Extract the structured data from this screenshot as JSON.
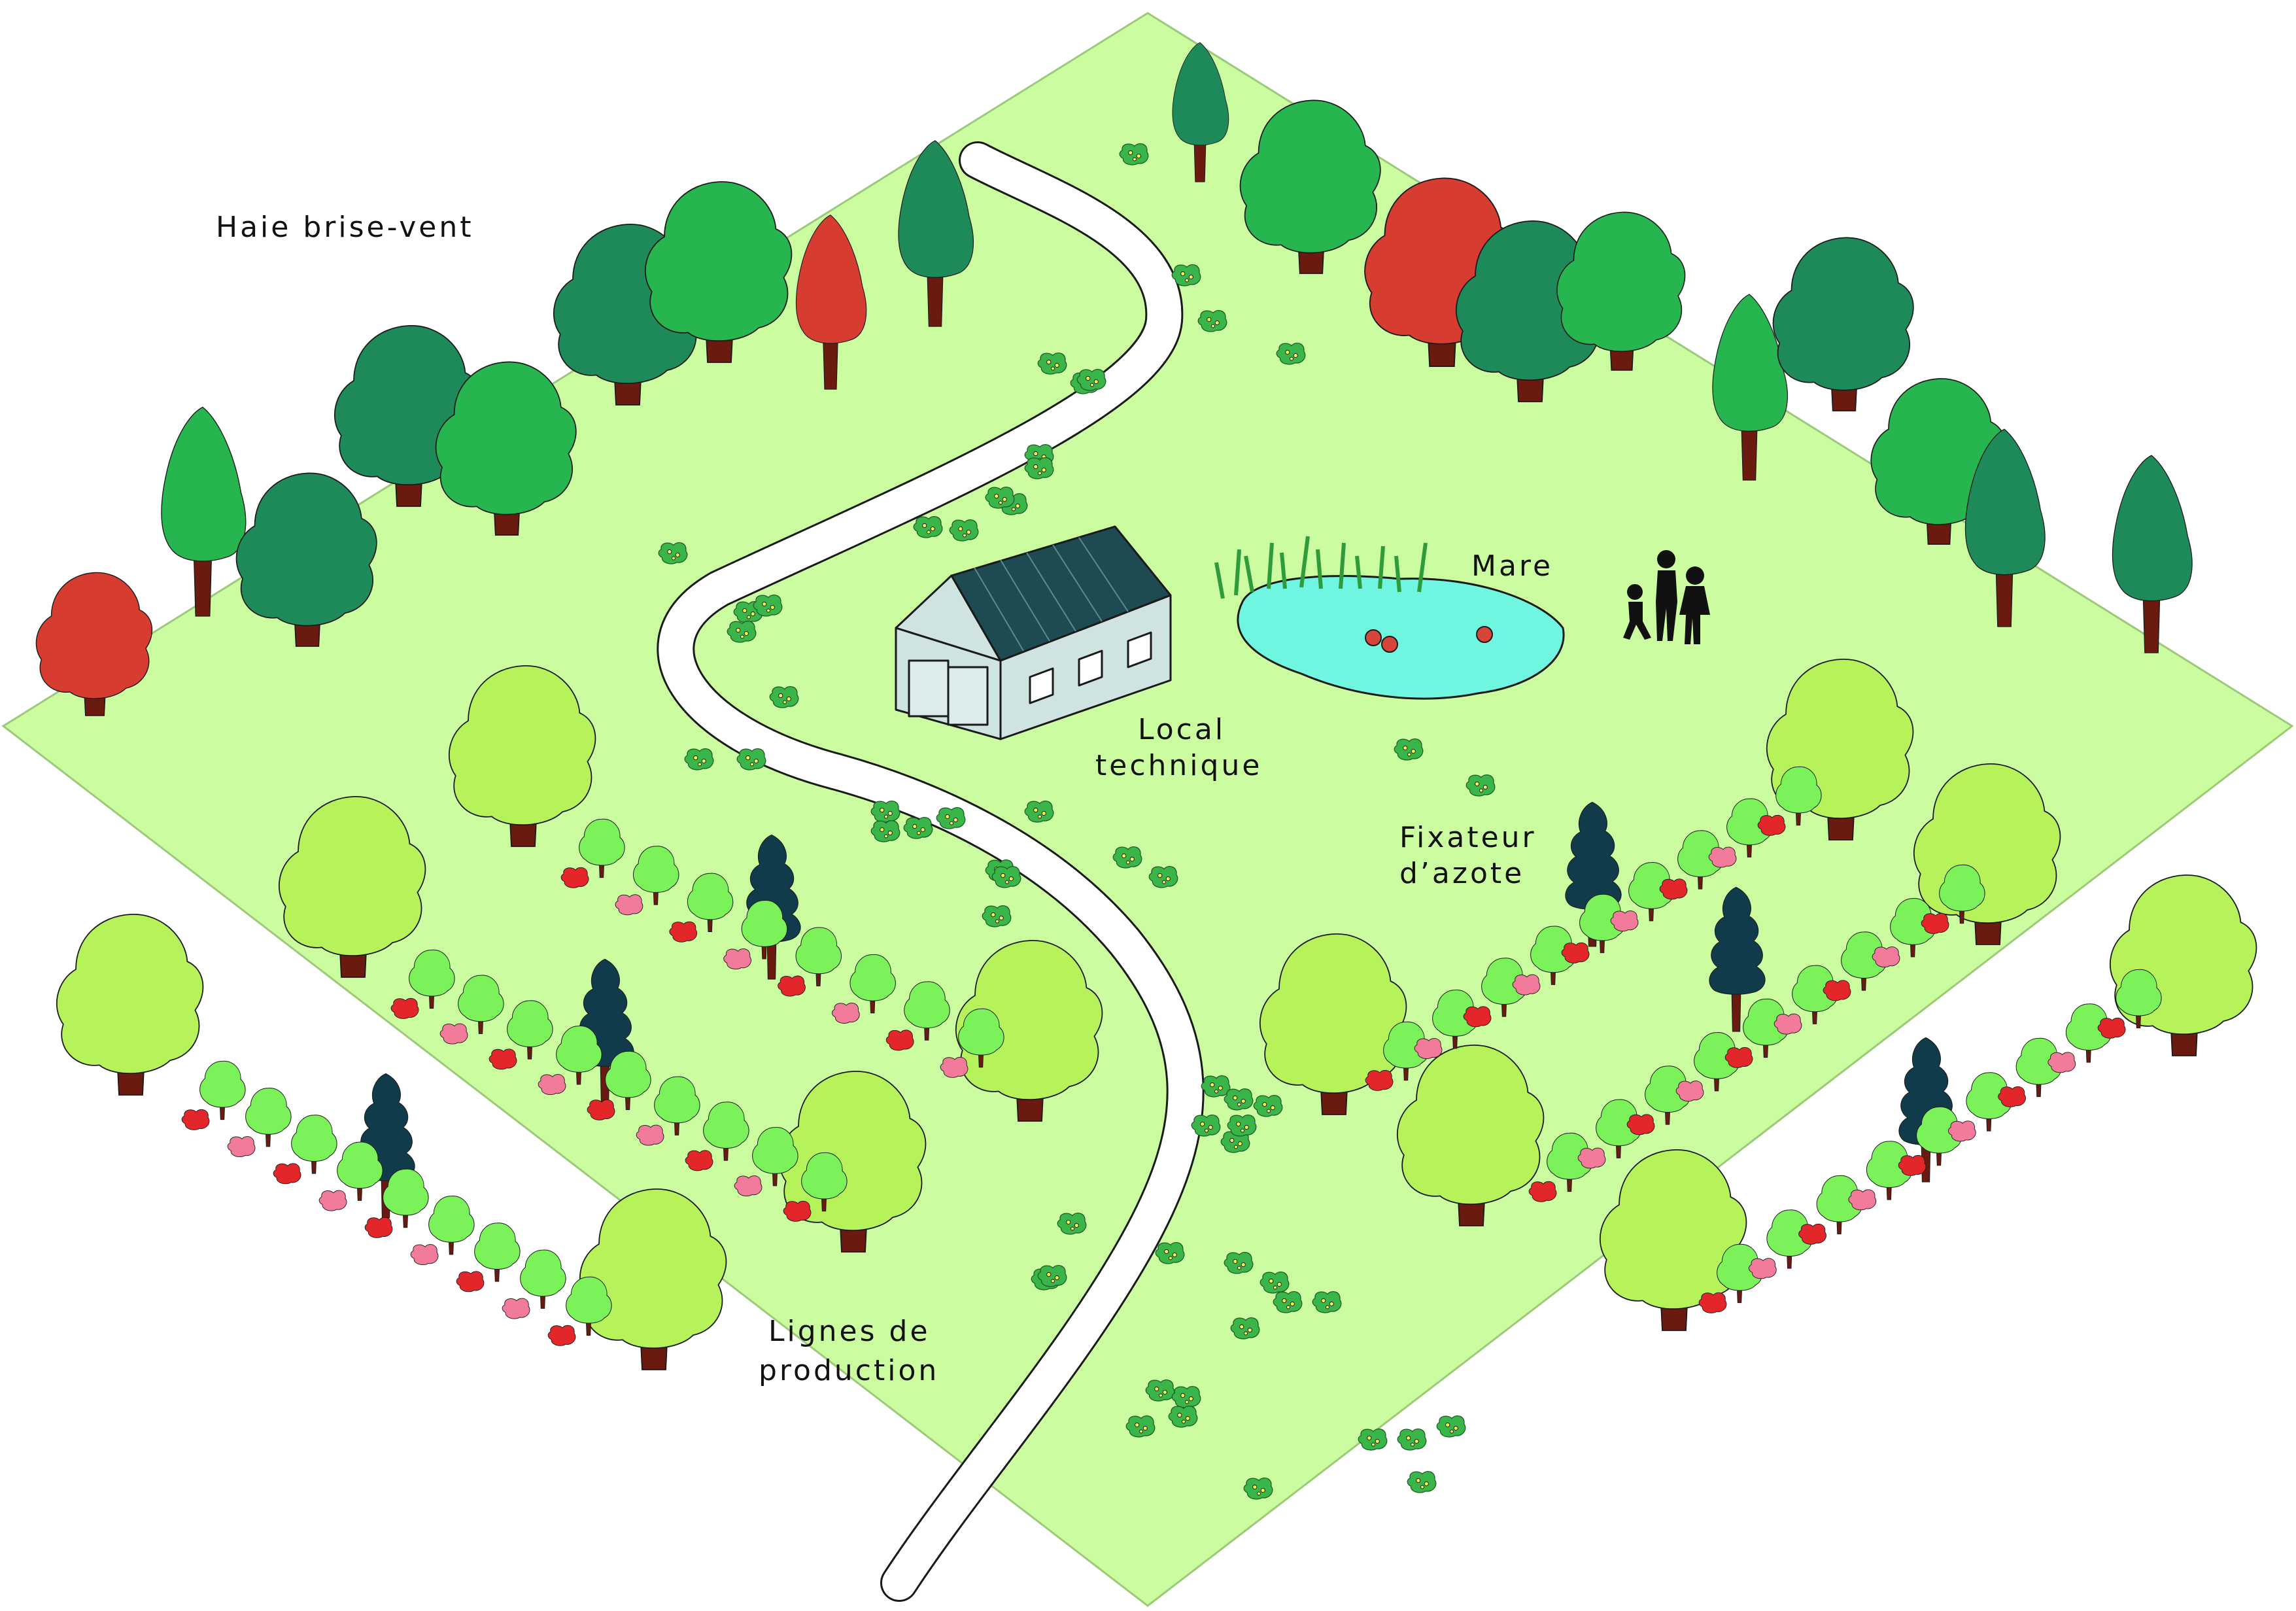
{
  "labels": {
    "haie": "Haie brise-vent",
    "mare": "Mare",
    "local_1": "Local",
    "local_2": "technique",
    "fixateur_1": "Fixateur",
    "fixateur_2": "d’azote",
    "lignes_1": "Lignes de",
    "lignes_2": "production"
  },
  "colors": {
    "grass": "#ccfca0",
    "grass_top": "#cdf7a6",
    "path": "#ffffff",
    "trunk": "#6b1a10",
    "forest_green": "#1e8a5a",
    "bright_green": "#22b24c",
    "light_green": "#27b54f",
    "red_tree": "#d63c2f",
    "lime_tree": "#b6f25a",
    "lime_tree_2": "#c9f57a",
    "shrub": "#7cf25a",
    "dark_conifer": "#0f3b4a",
    "red_shrub": "#e3262a",
    "pink_shrub": "#f27a9a",
    "flower_clump": "#39b54a",
    "pond": "#6ff5e0",
    "building_wall": "#cfe3e1",
    "building_roof": "#1e4a52"
  }
}
